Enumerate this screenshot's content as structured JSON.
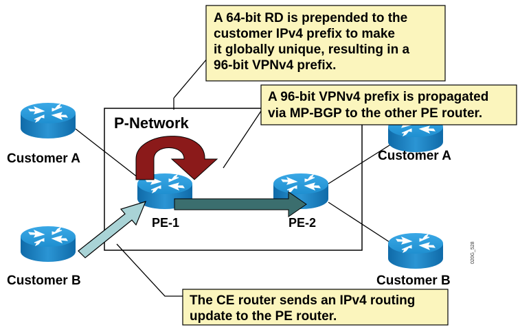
{
  "network_label": "P-Network",
  "routers": {
    "customer_a_left": "Customer A",
    "customer_b_left": "Customer B",
    "customer_a_right": "Customer A",
    "customer_b_right": "Customer B",
    "pe1": "PE-1",
    "pe2": "PE-2"
  },
  "callouts": {
    "rd": [
      "A 64-bit RD is prepended to the",
      "customer IPv4 prefix to make",
      "it globally unique, resulting in a",
      "96-bit VPNv4 prefix."
    ],
    "mpbgp": [
      "A 96-bit VPNv4 prefix is propagated",
      "via MP-BGP to the other PE router."
    ],
    "ce": [
      "The CE router sends an IPv4 routing",
      "update to the PE router."
    ]
  },
  "figure_code": "020G_528",
  "colors": {
    "router_top": "#2a98d6",
    "router_side": "#1577b6",
    "callout_bg": "#fbf5bd",
    "red_arrow": "#8b1a1a",
    "teal_arrow": "#3b6e6e",
    "light_arrow": "#a9d3d6"
  }
}
